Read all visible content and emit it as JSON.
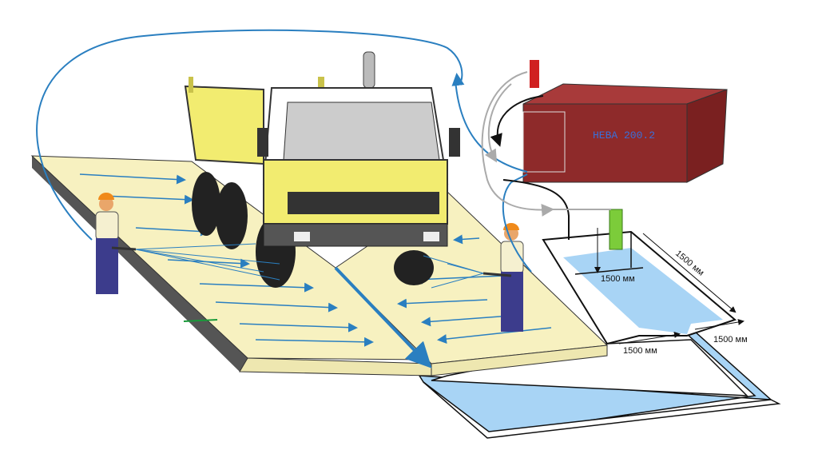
{
  "unit_name": "НЕВА 200.2",
  "dimensions": {
    "pit_depth": "1500 мм",
    "pit_length": "1500 мм",
    "channel_width_left": "1500 мм",
    "channel_width_right": "1500 мм"
  },
  "colors": {
    "platform": "#f7f1c0",
    "water": "#a8d4f5",
    "unit_body": "#8e2a2a",
    "truck_cab": "#f2ec70",
    "flow_arrows": "#2a7fc0"
  }
}
